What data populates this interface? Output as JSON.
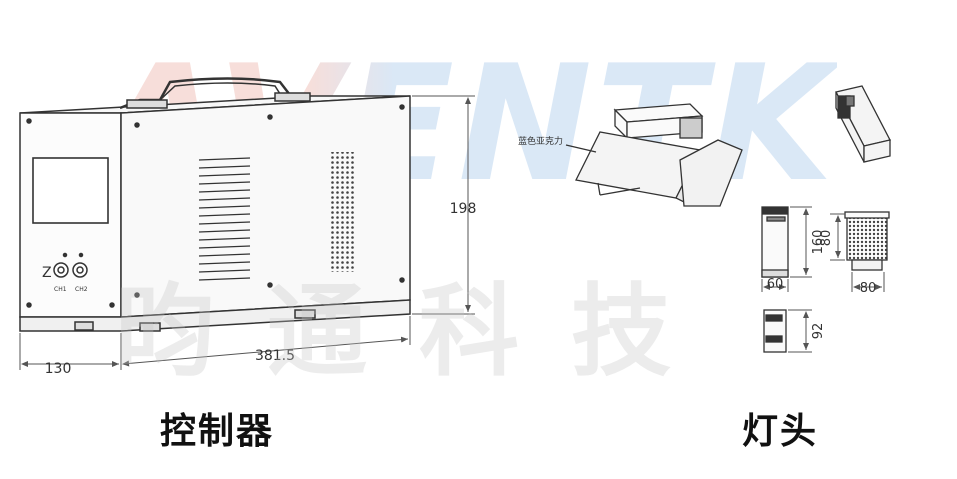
{
  "watermark": {
    "brand": "AVENTK",
    "chinese": "昀通科技",
    "colors": {
      "red": "#f2c4bc",
      "blue": "#bcd6f0",
      "gray": "#c3c3c3"
    }
  },
  "controller": {
    "caption": "控制器",
    "dim_depth": "130",
    "dim_width": "381.5",
    "dim_height": "198",
    "knob_labels": [
      "CH1",
      "CH2"
    ]
  },
  "lamp": {
    "caption": "灯头",
    "annotation": "蓝色亚克力",
    "dim_length": "160",
    "dim_depth": "60",
    "dim_end": "92",
    "dim_side_h": "80",
    "dim_side_w": "80"
  },
  "colors": {
    "line": "#333333",
    "dim": "#555555",
    "text": "#111111"
  }
}
